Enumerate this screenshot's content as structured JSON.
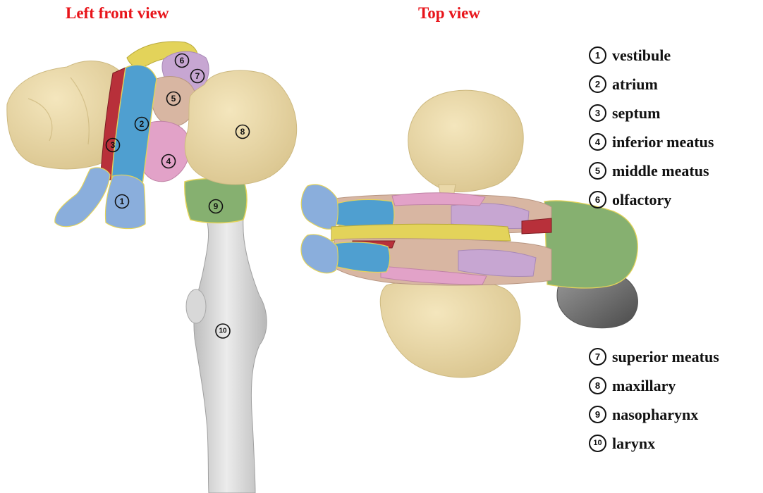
{
  "titles": {
    "left": "Left front view",
    "top": "Top view"
  },
  "legend": [
    {
      "num": "1",
      "label": "vestibule"
    },
    {
      "num": "2",
      "label": "atrium"
    },
    {
      "num": "3",
      "label": "septum"
    },
    {
      "num": "4",
      "label": "inferior meatus"
    },
    {
      "num": "5",
      "label": "middle meatus"
    },
    {
      "num": "6",
      "label": "olfactory"
    },
    {
      "num": "7",
      "label": "superior meatus"
    },
    {
      "num": "8",
      "label": "maxillary"
    },
    {
      "num": "9",
      "label": "nasopharynx"
    },
    {
      "num": "10",
      "label": "larynx"
    }
  ],
  "region_colors": {
    "vestibule": "#8aaedc",
    "atrium": "#4f9fd0",
    "septum": "#b8303a",
    "inferior_meatus": "#e2a2c8",
    "middle_meatus": "#d8b6a2",
    "olfactory": "#e3d35a",
    "superior_meatus": "#c7a6d2",
    "maxillary": "#ead8a8",
    "nasopharynx": "#86b070",
    "larynx": "#d3d3d3"
  }
}
